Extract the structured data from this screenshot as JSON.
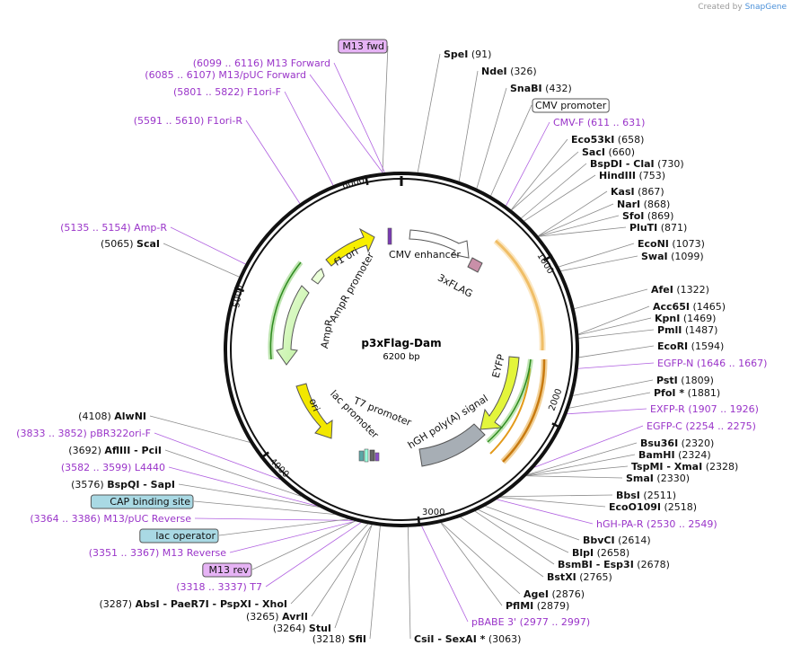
{
  "credit": {
    "prefix": "Created by",
    "brand": "SnapGene"
  },
  "plasmid": {
    "name": "p3xFlag-Dam",
    "length": "6200 bp"
  },
  "ticks": [
    "1000",
    "2000",
    "3000",
    "4000",
    "5000",
    "6000"
  ],
  "features": {
    "cmv_enhancer": "CMV enhancer",
    "flag": "3xFLAG",
    "eyfp": "EYFP",
    "hgh": "hGH poly(A) signal",
    "t7": "T7 promoter",
    "lac": "lac promoter",
    "ori": "ori",
    "ampr": "AmpR",
    "ampr_prom": "AmpR promoter",
    "f1ori": "f1 ori"
  },
  "right_labels": [
    {
      "name": "SpeI",
      "pos": "(91)",
      "color": "#111"
    },
    {
      "name": "NdeI",
      "pos": "(326)",
      "color": "#111"
    },
    {
      "name": "SnaBI",
      "pos": "(432)",
      "color": "#111"
    },
    {
      "name": "CMV promoter",
      "pos": "",
      "boxed": "white"
    },
    {
      "name": "CMV-F",
      "pos": "(611 .. 631)",
      "primer": true
    },
    {
      "name": "Eco53kI",
      "pos": "(658)"
    },
    {
      "name": "SacI",
      "pos": "(660)"
    },
    {
      "name": "BspDI",
      "pos": "(730)",
      "extra": "- ClaI"
    },
    {
      "name": "HindIII",
      "pos": "(753)"
    },
    {
      "name": "KasI",
      "pos": "(867)"
    },
    {
      "name": "NarI",
      "pos": "(868)"
    },
    {
      "name": "SfoI",
      "pos": "(869)"
    },
    {
      "name": "PluTI",
      "pos": "(871)"
    },
    {
      "name": "EcoNI",
      "pos": "(1073)"
    },
    {
      "name": "SwaI",
      "pos": "(1099)"
    },
    {
      "name": "AfeI",
      "pos": "(1322)"
    },
    {
      "name": "Acc65I",
      "pos": "(1465)"
    },
    {
      "name": "KpnI",
      "pos": "(1469)"
    },
    {
      "name": "PmlI",
      "pos": "(1487)"
    },
    {
      "name": "EcoRI",
      "pos": "(1594)"
    },
    {
      "name": "EGFP-N",
      "pos": "(1646 .. 1667)",
      "primer": true
    },
    {
      "name": "PstI",
      "pos": "(1809)"
    },
    {
      "name": "PfoI *",
      "pos": "(1881)"
    },
    {
      "name": "EXFP-R",
      "pos": "(1907 .. 1926)",
      "primer": true
    },
    {
      "name": "EGFP-C",
      "pos": "(2254 .. 2275)",
      "primer": true
    },
    {
      "name": "Bsu36I",
      "pos": "(2320)"
    },
    {
      "name": "BamHI",
      "pos": "(2324)"
    },
    {
      "name": "TspMI",
      "pos": "(2328)",
      "extra": "- XmaI"
    },
    {
      "name": "SmaI",
      "pos": "(2330)"
    },
    {
      "name": "BbsI",
      "pos": "(2511)"
    },
    {
      "name": "EcoO109I",
      "pos": "(2518)"
    },
    {
      "name": "hGH-PA-R",
      "pos": "(2530 .. 2549)",
      "primer": true
    },
    {
      "name": "BbvCI",
      "pos": "(2614)"
    },
    {
      "name": "BlpI",
      "pos": "(2658)"
    },
    {
      "name": "BsmBI",
      "pos": "(2678)",
      "extra": "- Esp3I"
    },
    {
      "name": "BstXI",
      "pos": "(2765)"
    },
    {
      "name": "AgeI",
      "pos": "(2876)"
    },
    {
      "name": "PflMI",
      "pos": "(2879)"
    },
    {
      "name": "pBABE 3'",
      "pos": "(2977 .. 2997)",
      "primer": true
    },
    {
      "name": "CsiI",
      "pos": "(3063)",
      "extra": "- SexAI *"
    }
  ],
  "left_labels": [
    {
      "name": "M13 fwd",
      "boxed": "purple"
    },
    {
      "name": "M13 Forward",
      "pos": "(6099 .. 6116)",
      "primer": true
    },
    {
      "name": "M13/pUC Forward",
      "pos": "(6085 .. 6107)",
      "primer": true
    },
    {
      "name": "F1ori-F",
      "pos": "(5801 .. 5822)",
      "primer": true
    },
    {
      "name": "F1ori-R",
      "pos": "(5591 .. 5610)",
      "primer": true
    },
    {
      "name": "Amp-R",
      "pos": "(5135 .. 5154)",
      "primer": true
    },
    {
      "name": "ScaI",
      "pos": "(5065)"
    },
    {
      "name": "AlwNI",
      "pos": "(4108)"
    },
    {
      "name": "pBR322ori-F",
      "pos": "(3833 .. 3852)",
      "primer": true
    },
    {
      "name": "AflIII",
      "pos": "(3692)",
      "extra": "- PciI"
    },
    {
      "name": "L4440",
      "pos": "(3582 .. 3599)",
      "primer": true
    },
    {
      "name": "BspQI",
      "pos": "(3576)",
      "extra": "- SapI"
    },
    {
      "name": "CAP binding site",
      "boxed": "teal"
    },
    {
      "name": "M13/pUC Reverse",
      "pos": "(3364 .. 3386)",
      "primer": true
    },
    {
      "name": "lac operator",
      "boxed": "teal"
    },
    {
      "name": "M13 Reverse",
      "pos": "(3351 .. 3367)",
      "primer": true
    },
    {
      "name": "M13 rev",
      "boxed": "purple"
    },
    {
      "name": "T7",
      "pos": "(3318 .. 3337)",
      "primer": true
    },
    {
      "name": "AbsI",
      "pos": "(3287)",
      "extra": "- PaeR7I - PspXI - XhoI"
    },
    {
      "name": "AvrII",
      "pos": "(3265)"
    },
    {
      "name": "StuI",
      "pos": "(3264)"
    },
    {
      "name": "SfiI",
      "pos": "(3218)"
    }
  ]
}
